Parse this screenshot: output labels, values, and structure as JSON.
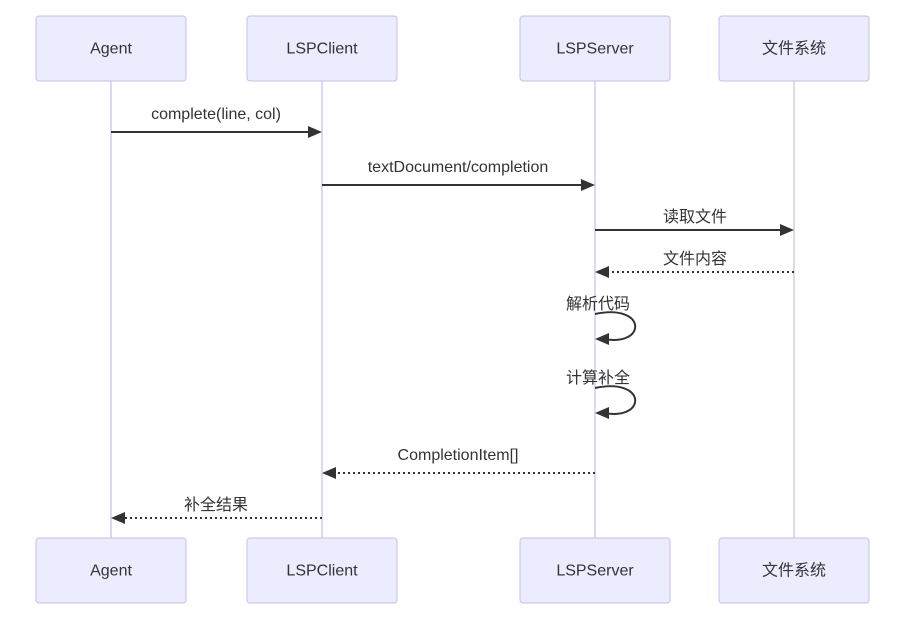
{
  "diagram": {
    "type": "sequence",
    "actors": [
      {
        "id": "agent",
        "label": "Agent"
      },
      {
        "id": "lspclient",
        "label": "LSPClient"
      },
      {
        "id": "lspserver",
        "label": "LSPServer"
      },
      {
        "id": "filesystem",
        "label": "文件系统"
      }
    ],
    "messages": [
      {
        "from": "Agent",
        "to": "LSPClient",
        "label": "complete(line, col)",
        "line": "solid"
      },
      {
        "from": "LSPClient",
        "to": "LSPServer",
        "label": "textDocument/completion",
        "line": "solid"
      },
      {
        "from": "LSPServer",
        "to": "文件系统",
        "label": "读取文件",
        "line": "solid"
      },
      {
        "from": "文件系统",
        "to": "LSPServer",
        "label": "文件内容",
        "line": "dotted"
      },
      {
        "from": "LSPServer",
        "to": "LSPServer",
        "label": "解析代码",
        "line": "self"
      },
      {
        "from": "LSPServer",
        "to": "LSPServer",
        "label": "计算补全",
        "line": "self"
      },
      {
        "from": "LSPServer",
        "to": "LSPClient",
        "label": "CompletionItem[]",
        "line": "dotted"
      },
      {
        "from": "LSPClient",
        "to": "Agent",
        "label": "补全结果",
        "line": "dotted"
      }
    ],
    "colors": {
      "background": "#FFFFFF",
      "actor_fill": "#ECECFF",
      "actor_border": "#C9BDEA",
      "lifeline": "#D5CBEF",
      "arrow": "#333333",
      "text": "#333333"
    }
  }
}
